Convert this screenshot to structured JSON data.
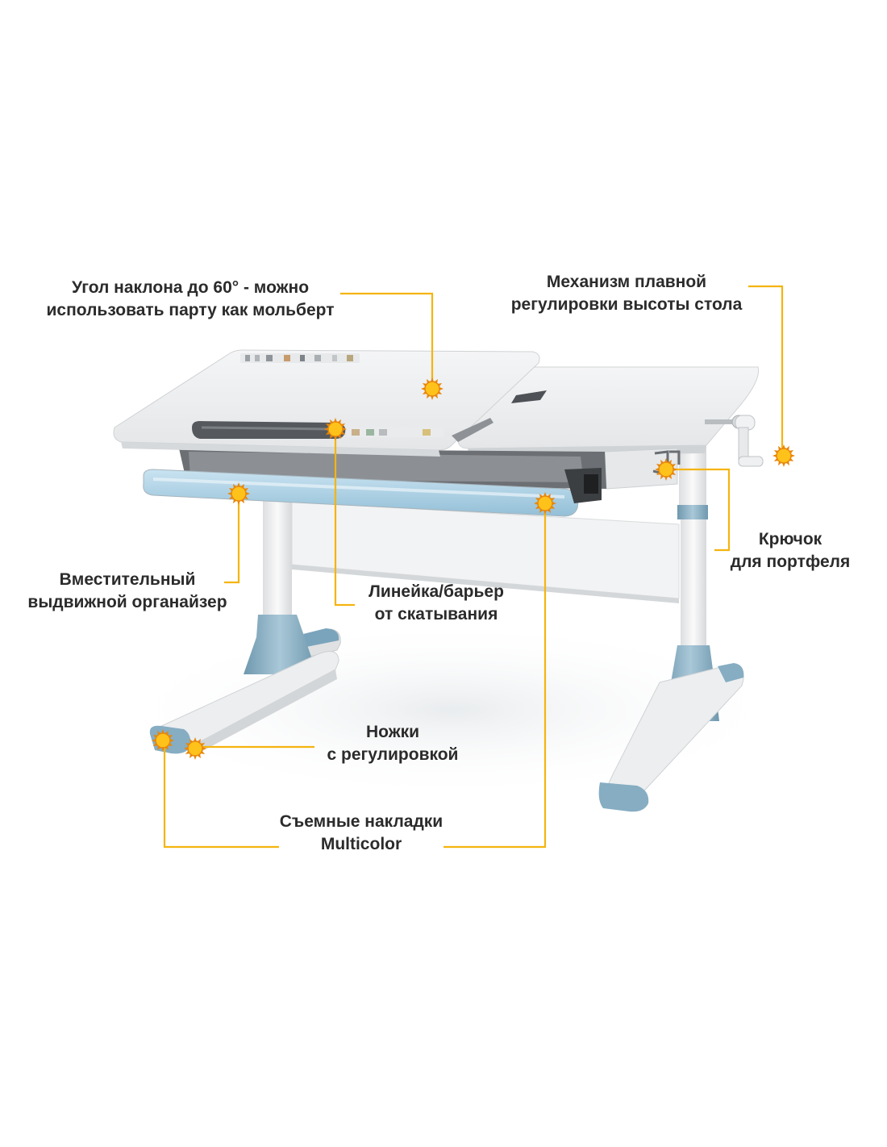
{
  "colors": {
    "accent_line": "#f5b40f",
    "marker_fill": "#ffc21a",
    "marker_ring": "#e8860a",
    "desk_top": "#eef0f1",
    "desk_frame": "#f3f4f5",
    "blue_trim": "#8fb3c6",
    "drawer_blue": "#a9cfe4",
    "text": "#2b2b2b"
  },
  "callouts": {
    "tilt": {
      "line1": "Угол наклона до 60° - можно",
      "line2": "использовать парту как мольберт"
    },
    "height": {
      "line1": "Механизм плавной",
      "line2": "регулировки высоты стола"
    },
    "hook": {
      "line1": "Крючок",
      "line2": "для портфеля"
    },
    "organizer": {
      "line1": "Вместительный",
      "line2": "выдвижной органайзер"
    },
    "ruler": {
      "line1": "Линейка/барьер",
      "line2": "от скатывания"
    },
    "feet": {
      "line1": "Ножки",
      "line2": "с регулировкой"
    },
    "pads": {
      "line1": "Съемные накладки",
      "line2": "Multicolor"
    }
  },
  "icons": {
    "marker": "sun-marker-icon",
    "crank": "crank-handle-icon",
    "hook": "bag-hook-icon"
  }
}
